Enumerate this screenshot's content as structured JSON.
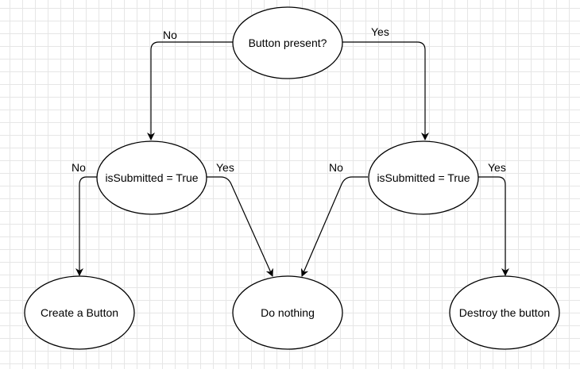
{
  "diagram": {
    "type": "flowchart",
    "nodes": [
      {
        "id": "button-present",
        "label": "Button present?",
        "shape": "ellipse"
      },
      {
        "id": "is-submitted-left",
        "label": "isSubmitted = True",
        "shape": "ellipse"
      },
      {
        "id": "is-submitted-right",
        "label": "isSubmitted = True",
        "shape": "ellipse"
      },
      {
        "id": "create-button",
        "label": "Create a Button",
        "shape": "ellipse"
      },
      {
        "id": "do-nothing",
        "label": "Do nothing",
        "shape": "ellipse"
      },
      {
        "id": "destroy-button",
        "label": "Destroy the button",
        "shape": "ellipse"
      }
    ],
    "edges": [
      {
        "from": "button-present",
        "to": "is-submitted-left",
        "label": "No"
      },
      {
        "from": "button-present",
        "to": "is-submitted-right",
        "label": "Yes"
      },
      {
        "from": "is-submitted-left",
        "to": "create-button",
        "label": "No"
      },
      {
        "from": "is-submitted-left",
        "to": "do-nothing",
        "label": "Yes"
      },
      {
        "from": "is-submitted-right",
        "to": "do-nothing",
        "label": "No"
      },
      {
        "from": "is-submitted-right",
        "to": "destroy-button",
        "label": "Yes"
      }
    ]
  }
}
